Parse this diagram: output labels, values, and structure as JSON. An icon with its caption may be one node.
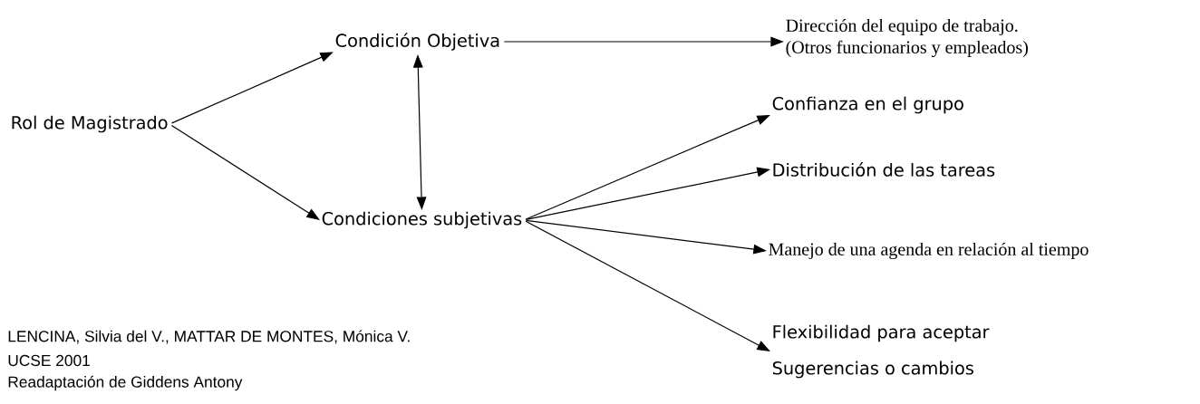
{
  "diagram": {
    "nodes": [
      {
        "text": [
          "Rol de Magistrado"
        ]
      },
      {
        "text": [
          "Condición Objetiva"
        ]
      },
      {
        "text": [
          "Dirección del equipo de trabajo.",
          "(Otros funcionarios y empleados)"
        ]
      },
      {
        "text": [
          "Condiciones subjetivas"
        ]
      },
      {
        "text": [
          "Confianza en el grupo"
        ]
      },
      {
        "text": [
          "Distribución de las tareas"
        ]
      },
      {
        "text": [
          "Manejo de una agenda en relación al tiempo"
        ]
      },
      {
        "text": [
          "Flexibilidad para aceptar",
          "Sugerencias o cambios"
        ]
      }
    ],
    "edges": [
      {
        "from": 0,
        "to": 1,
        "arrow": "to"
      },
      {
        "from": 0,
        "to": 3,
        "arrow": "to"
      },
      {
        "from": 1,
        "to": 2,
        "arrow": "to"
      },
      {
        "from": 1,
        "to": 3,
        "arrow": "both"
      },
      {
        "from": 3,
        "to": 4,
        "arrow": "to"
      },
      {
        "from": 3,
        "to": 5,
        "arrow": "to"
      },
      {
        "from": 3,
        "to": 6,
        "arrow": "to"
      },
      {
        "from": 3,
        "to": 7,
        "arrow": "to"
      }
    ],
    "labels": [
      "LENCINA, Silvia del V., MATTAR DE MONTES, Mónica V.",
      "UCSE 2001",
      "Readaptación de Giddens Antony"
    ]
  }
}
